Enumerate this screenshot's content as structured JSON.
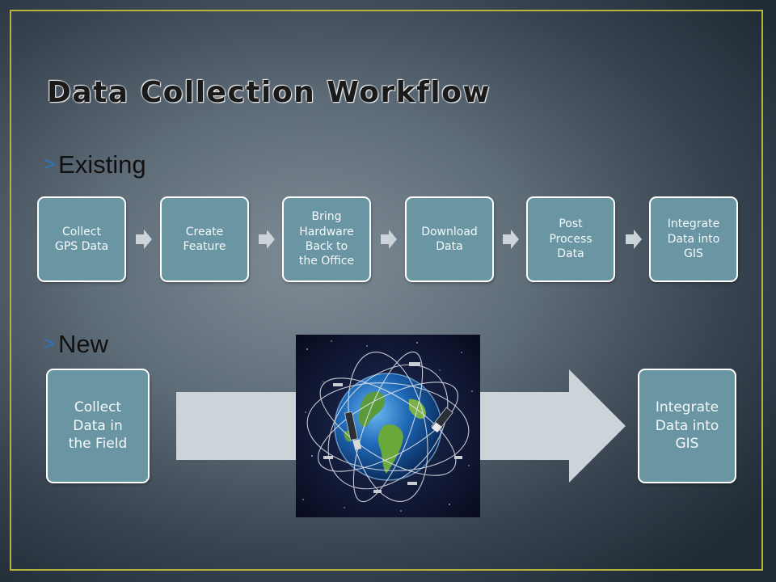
{
  "title": "Data Collection Workflow",
  "sections": {
    "existing": {
      "marker": ">",
      "label": "Existing"
    },
    "new": {
      "marker": ">",
      "label": "New"
    }
  },
  "existing_steps": [
    {
      "lines": [
        "Collect",
        "GPS Data"
      ]
    },
    {
      "lines": [
        "Create",
        "Feature"
      ]
    },
    {
      "lines": [
        "Bring",
        "Hardware",
        "Back to",
        "the Office"
      ]
    },
    {
      "lines": [
        "Download",
        "Data"
      ]
    },
    {
      "lines": [
        "Post",
        "Process",
        "Data"
      ]
    },
    {
      "lines": [
        "Integrate",
        "Data into",
        "GIS"
      ]
    }
  ],
  "new_steps": [
    {
      "lines": [
        "Collect",
        "Data in",
        "the Field"
      ]
    },
    {
      "lines": [
        "Integrate",
        "Data into",
        "GIS"
      ]
    }
  ],
  "image": {
    "icon": "gps-satellite-globe-image"
  },
  "colors": {
    "box_fill": "#6a96a4",
    "box_border": "#ffffff",
    "frame_border": "#b8b33a",
    "arrow_fill": "#cdd4d9",
    "bullet_marker": "#2a78c4"
  }
}
